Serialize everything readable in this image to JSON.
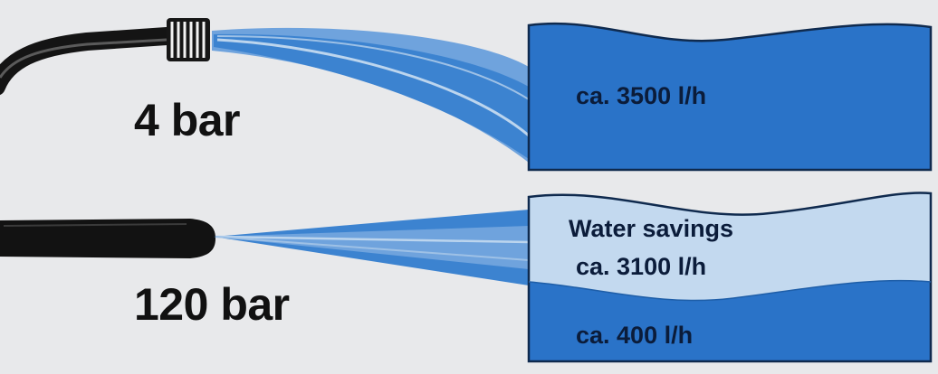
{
  "low_pressure": {
    "pressure_label": "4 bar",
    "flow_label": "ca. 3500 l/h"
  },
  "high_pressure": {
    "pressure_label": "120 bar",
    "savings_label": "Water savings",
    "savings_flow_label": "ca. 3100 l/h",
    "usage_flow_label": "ca. 400 l/h"
  },
  "colors": {
    "background": "#e8e9eb",
    "water_dark": "#2a73c8",
    "water_light": "#c3d9ef",
    "tank_border": "#0f2a4e",
    "hose": "#161616"
  }
}
